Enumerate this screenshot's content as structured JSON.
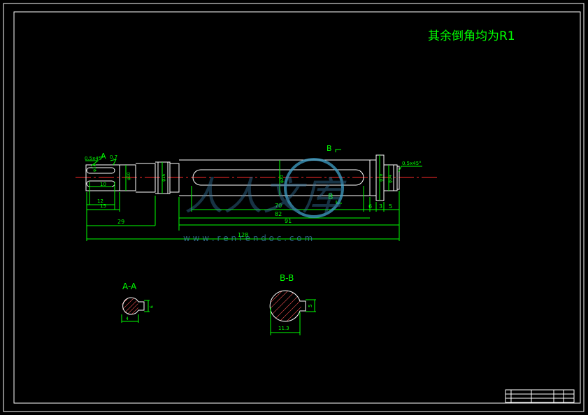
{
  "note": "其余倒角均为R1",
  "section_a": {
    "label": "A-A",
    "marker": "A",
    "dims": [
      "4",
      "6"
    ]
  },
  "section_b": {
    "label": "B-B",
    "marker": "B",
    "dims": [
      "11.3",
      "5"
    ]
  },
  "chamfer_left": "0.5x45°",
  "chamfer_right": "0.5x45°",
  "chamfer_small": "0.7",
  "diameters": [
    "φ14",
    "φ10",
    "φ16",
    "φ20",
    "φ18",
    "φ14"
  ],
  "lengths": {
    "keyway_left_inner": "10",
    "keyway_left_12": "12",
    "keyway_left_15": "15",
    "keyway_right_70": "70",
    "keyway_right_82": "82",
    "step_6": "6",
    "step_3": "3",
    "step_5": "5",
    "length_29": "29",
    "length_91": "91",
    "total_128": "128"
  },
  "watermark": {
    "name": "人人文库",
    "url": "w w w . r e n r e n d o c . c o m"
  },
  "colors": {
    "outline": "#ffffff",
    "dimension": "#00ff00",
    "centerline": "#ff2a2a",
    "watermark": "#3a7fa8"
  }
}
